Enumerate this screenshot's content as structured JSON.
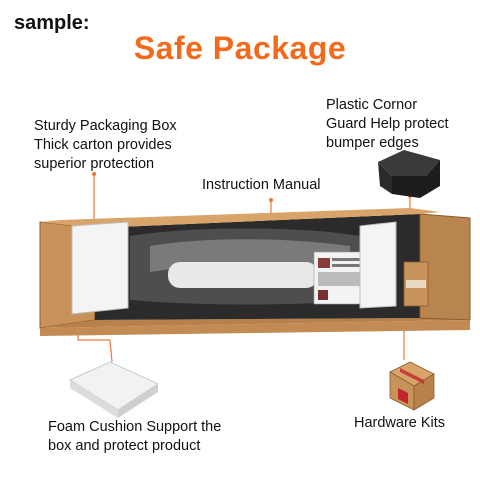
{
  "header": {
    "sample_label": "sample:",
    "title": "Safe Package"
  },
  "labels": {
    "packaging_box": [
      "Sturdy Packaging Box",
      "Thick carton provides",
      "superior protection"
    ],
    "instruction_manual": "Instruction Manual",
    "corner_guard": [
      "Plastic Cornor",
      "Guard Help protect",
      "bumper edges"
    ],
    "foam_cushion": [
      "Foam Cushion Support the",
      "box and protect product"
    ],
    "hardware_kits": "Hardware Kits"
  },
  "colors": {
    "title": "#f26b1d",
    "leader_line": "#e8773a",
    "carton": "#c8935a",
    "foam": "#f4f4f4"
  },
  "icons": [
    "foam-corner-icon",
    "plastic-corner-guard-icon",
    "hardware-kit-box-icon"
  ]
}
